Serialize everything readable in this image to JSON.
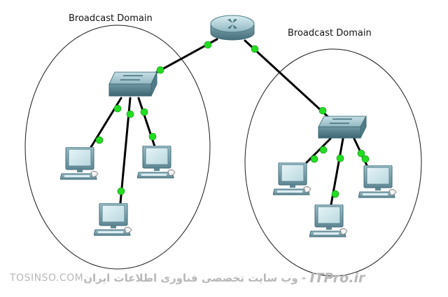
{
  "diagram": {
    "domain_label_left": "Broadcast Domain",
    "domain_label_right": "Broadcast Domain",
    "link_color": "#000000",
    "port_color": "#22dd22",
    "device_icons": {
      "router": "router-icon",
      "switch": "switch-icon",
      "pc": "pc-icon"
    }
  },
  "footer": {
    "site": "TOSINSO.COM",
    "tagline": "وب سایت تخصصی فناوری اطلاعات ایران",
    "separator": " - ",
    "brand": "ITPro.ir"
  }
}
